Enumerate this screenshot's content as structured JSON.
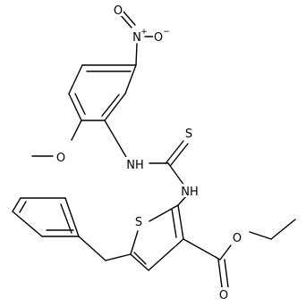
{
  "molecule": {
    "labels": {
      "nitro_n": "N",
      "nitro_n_charge": "+",
      "nitro_o_top": "O",
      "nitro_o_right": "O",
      "nitro_o_right_charge": "−",
      "methoxy_o": "O",
      "thio_s": "S",
      "nh1": "NH",
      "nh2": "NH",
      "thiophene_s": "S",
      "ester_o_single": "O",
      "ester_o_double": "O"
    }
  }
}
